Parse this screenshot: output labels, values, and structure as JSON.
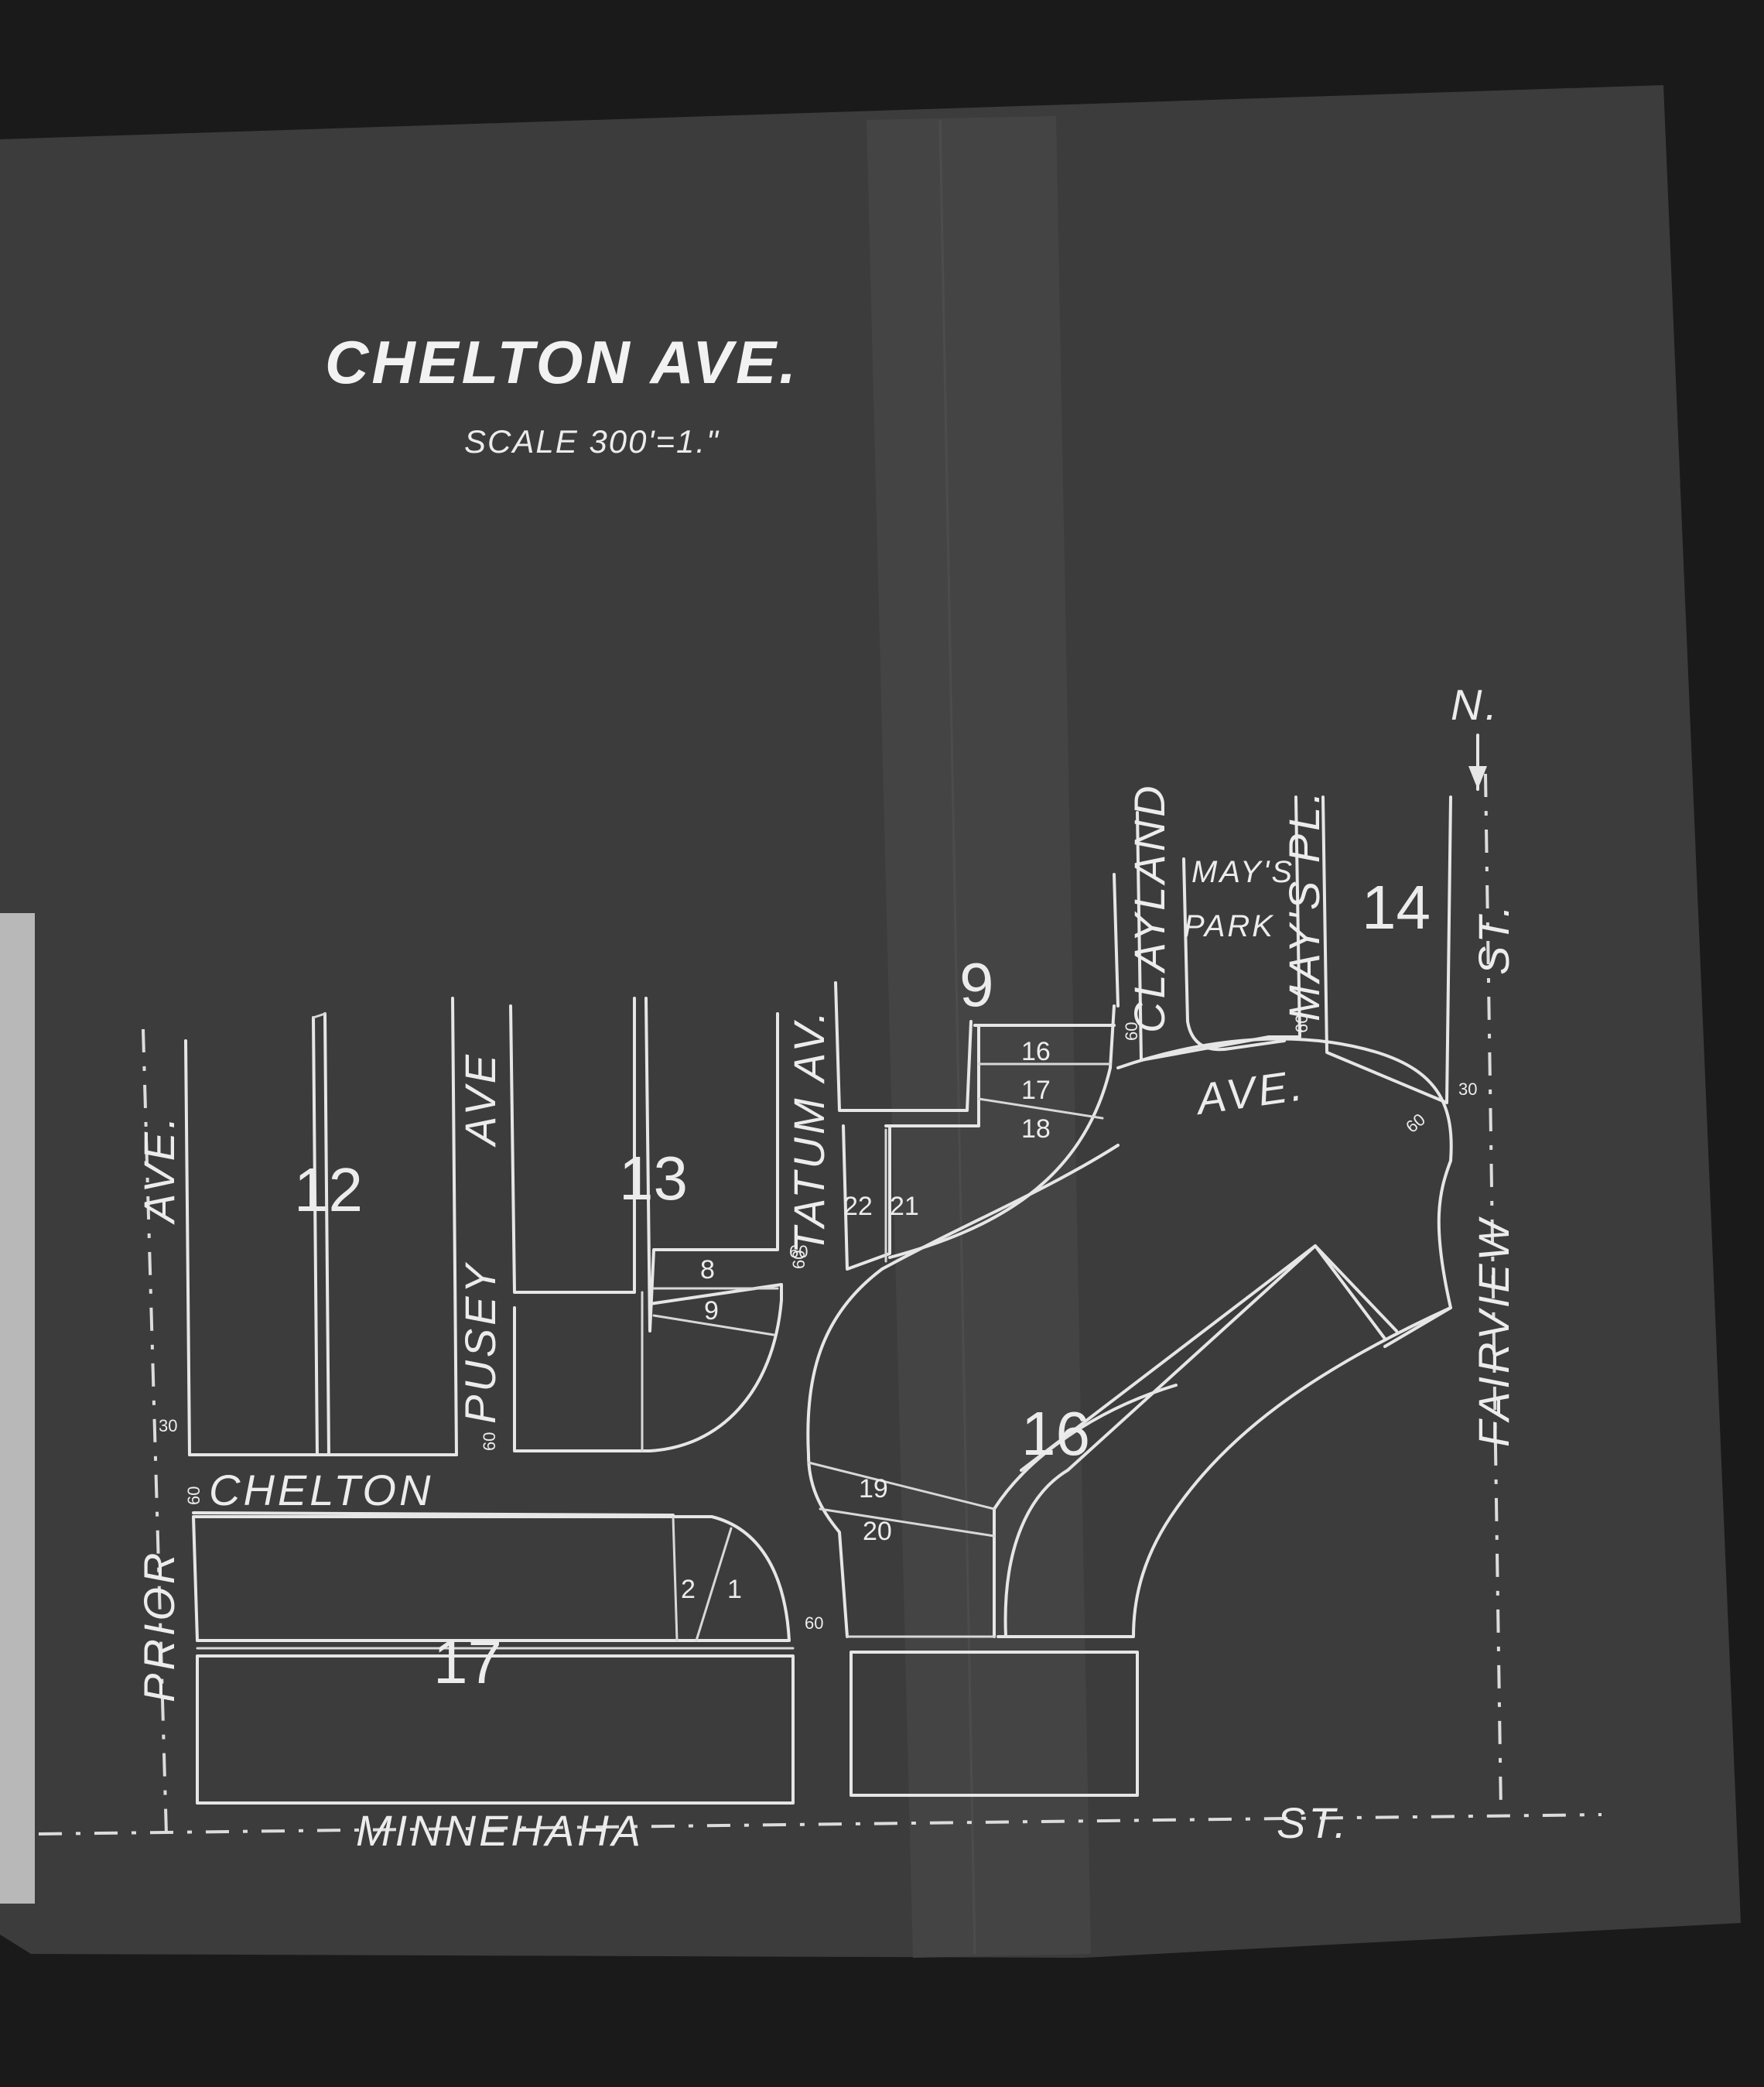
{
  "map": {
    "title": "CHELTON AVE.",
    "scale": "SCALE 300'=1.\"",
    "north_label": "N.",
    "streets": {
      "prior": "PRIOR",
      "prior_ave": "AVE.",
      "chelton": "CHELTON",
      "minnehaha": "MINNEHAHA",
      "minnehaha_st": "ST.",
      "pusey": "PUSEY",
      "pusey_ave": "AVE",
      "tatum": "TATUM AV.",
      "clayland": "CLAYLAND",
      "mays_pl": "MAY'S PL.",
      "fairview": "FAIRVIEW",
      "fairview_st": "ST.",
      "chelton_ave_curve": "AVE."
    },
    "park": {
      "line1": "MAY'S",
      "line2": "PARK"
    },
    "blocks": [
      "12",
      "13",
      "9",
      "14",
      "16",
      "17"
    ],
    "lots": [
      "8",
      "9",
      "22",
      "21",
      "16",
      "17",
      "18",
      "19",
      "20",
      "2",
      "1"
    ],
    "street_widths": [
      "30",
      "60",
      "60",
      "60",
      "60",
      "60",
      "30",
      "60",
      "60",
      "60"
    ]
  }
}
